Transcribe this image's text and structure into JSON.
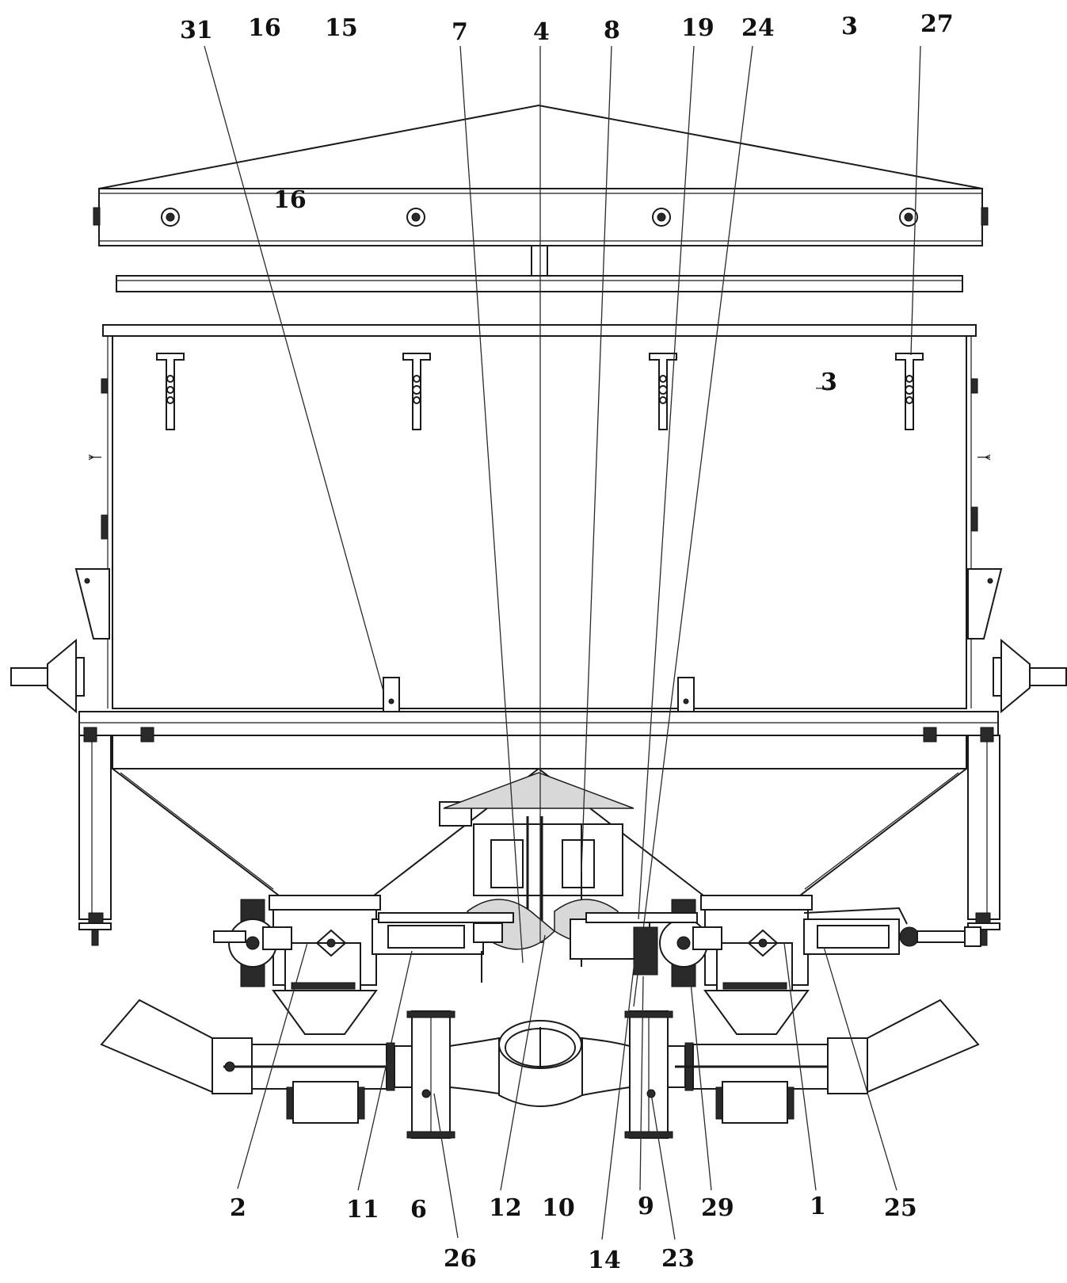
{
  "drawing": {
    "stroke_color": "#1a1a1a",
    "background_color": "#ffffff",
    "callouts": [
      {
        "id": "c31",
        "label": "31"
      },
      {
        "id": "c16",
        "label": "16"
      },
      {
        "id": "c15",
        "label": "15"
      },
      {
        "id": "c7",
        "label": "7"
      },
      {
        "id": "c4",
        "label": "4"
      },
      {
        "id": "c8",
        "label": "8"
      },
      {
        "id": "c19",
        "label": "19"
      },
      {
        "id": "c24",
        "label": "24"
      },
      {
        "id": "c3",
        "label": "3"
      },
      {
        "id": "c27",
        "label": "27"
      },
      {
        "id": "c2",
        "label": "2"
      },
      {
        "id": "c11",
        "label": "11"
      },
      {
        "id": "c6",
        "label": "6"
      },
      {
        "id": "c12",
        "label": "12"
      },
      {
        "id": "c10",
        "label": "10"
      },
      {
        "id": "c9",
        "label": "9"
      },
      {
        "id": "c29",
        "label": "29"
      },
      {
        "id": "c1",
        "label": "1"
      },
      {
        "id": "c25",
        "label": "25"
      },
      {
        "id": "c26",
        "label": "26"
      },
      {
        "id": "c14",
        "label": "14"
      },
      {
        "id": "c23",
        "label": "23"
      }
    ]
  }
}
